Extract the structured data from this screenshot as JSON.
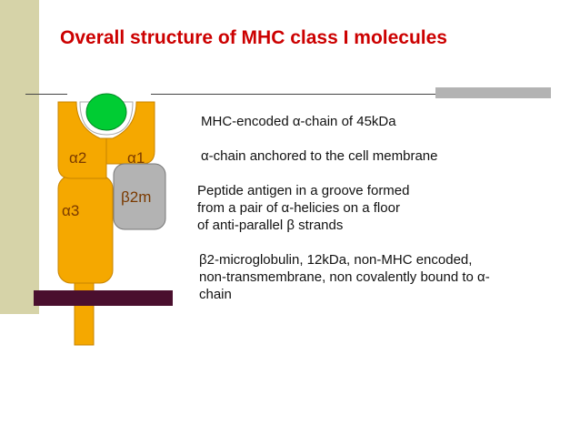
{
  "slide": {
    "title": "Overall structure of MHC class I molecules",
    "colors": {
      "title": "#cc0000",
      "alpha_chain": "#f5a800",
      "beta2m": "#b3b3b3",
      "peptide": "#00cc33",
      "membrane": "#4a0f2e",
      "sidebar": "#d6d3a8"
    }
  },
  "diagram": {
    "alpha2_label": "α2",
    "alpha1_label": "α1",
    "alpha3_label": "α3",
    "beta2m_label": "β2m"
  },
  "notes": {
    "line1": "MHC-encoded α-chain of 45kDa",
    "line2": "α-chain anchored to the cell membrane",
    "line3": [
      "Peptide antigen in a groove formed",
      "from a pair of α-helicies on a floor",
      "of anti-parallel β strands"
    ],
    "line4": [
      "β2-microglobulin, 12kDa, non-MHC encoded,",
      "non-transmembrane, non covalently bound to α-",
      "chain"
    ]
  }
}
